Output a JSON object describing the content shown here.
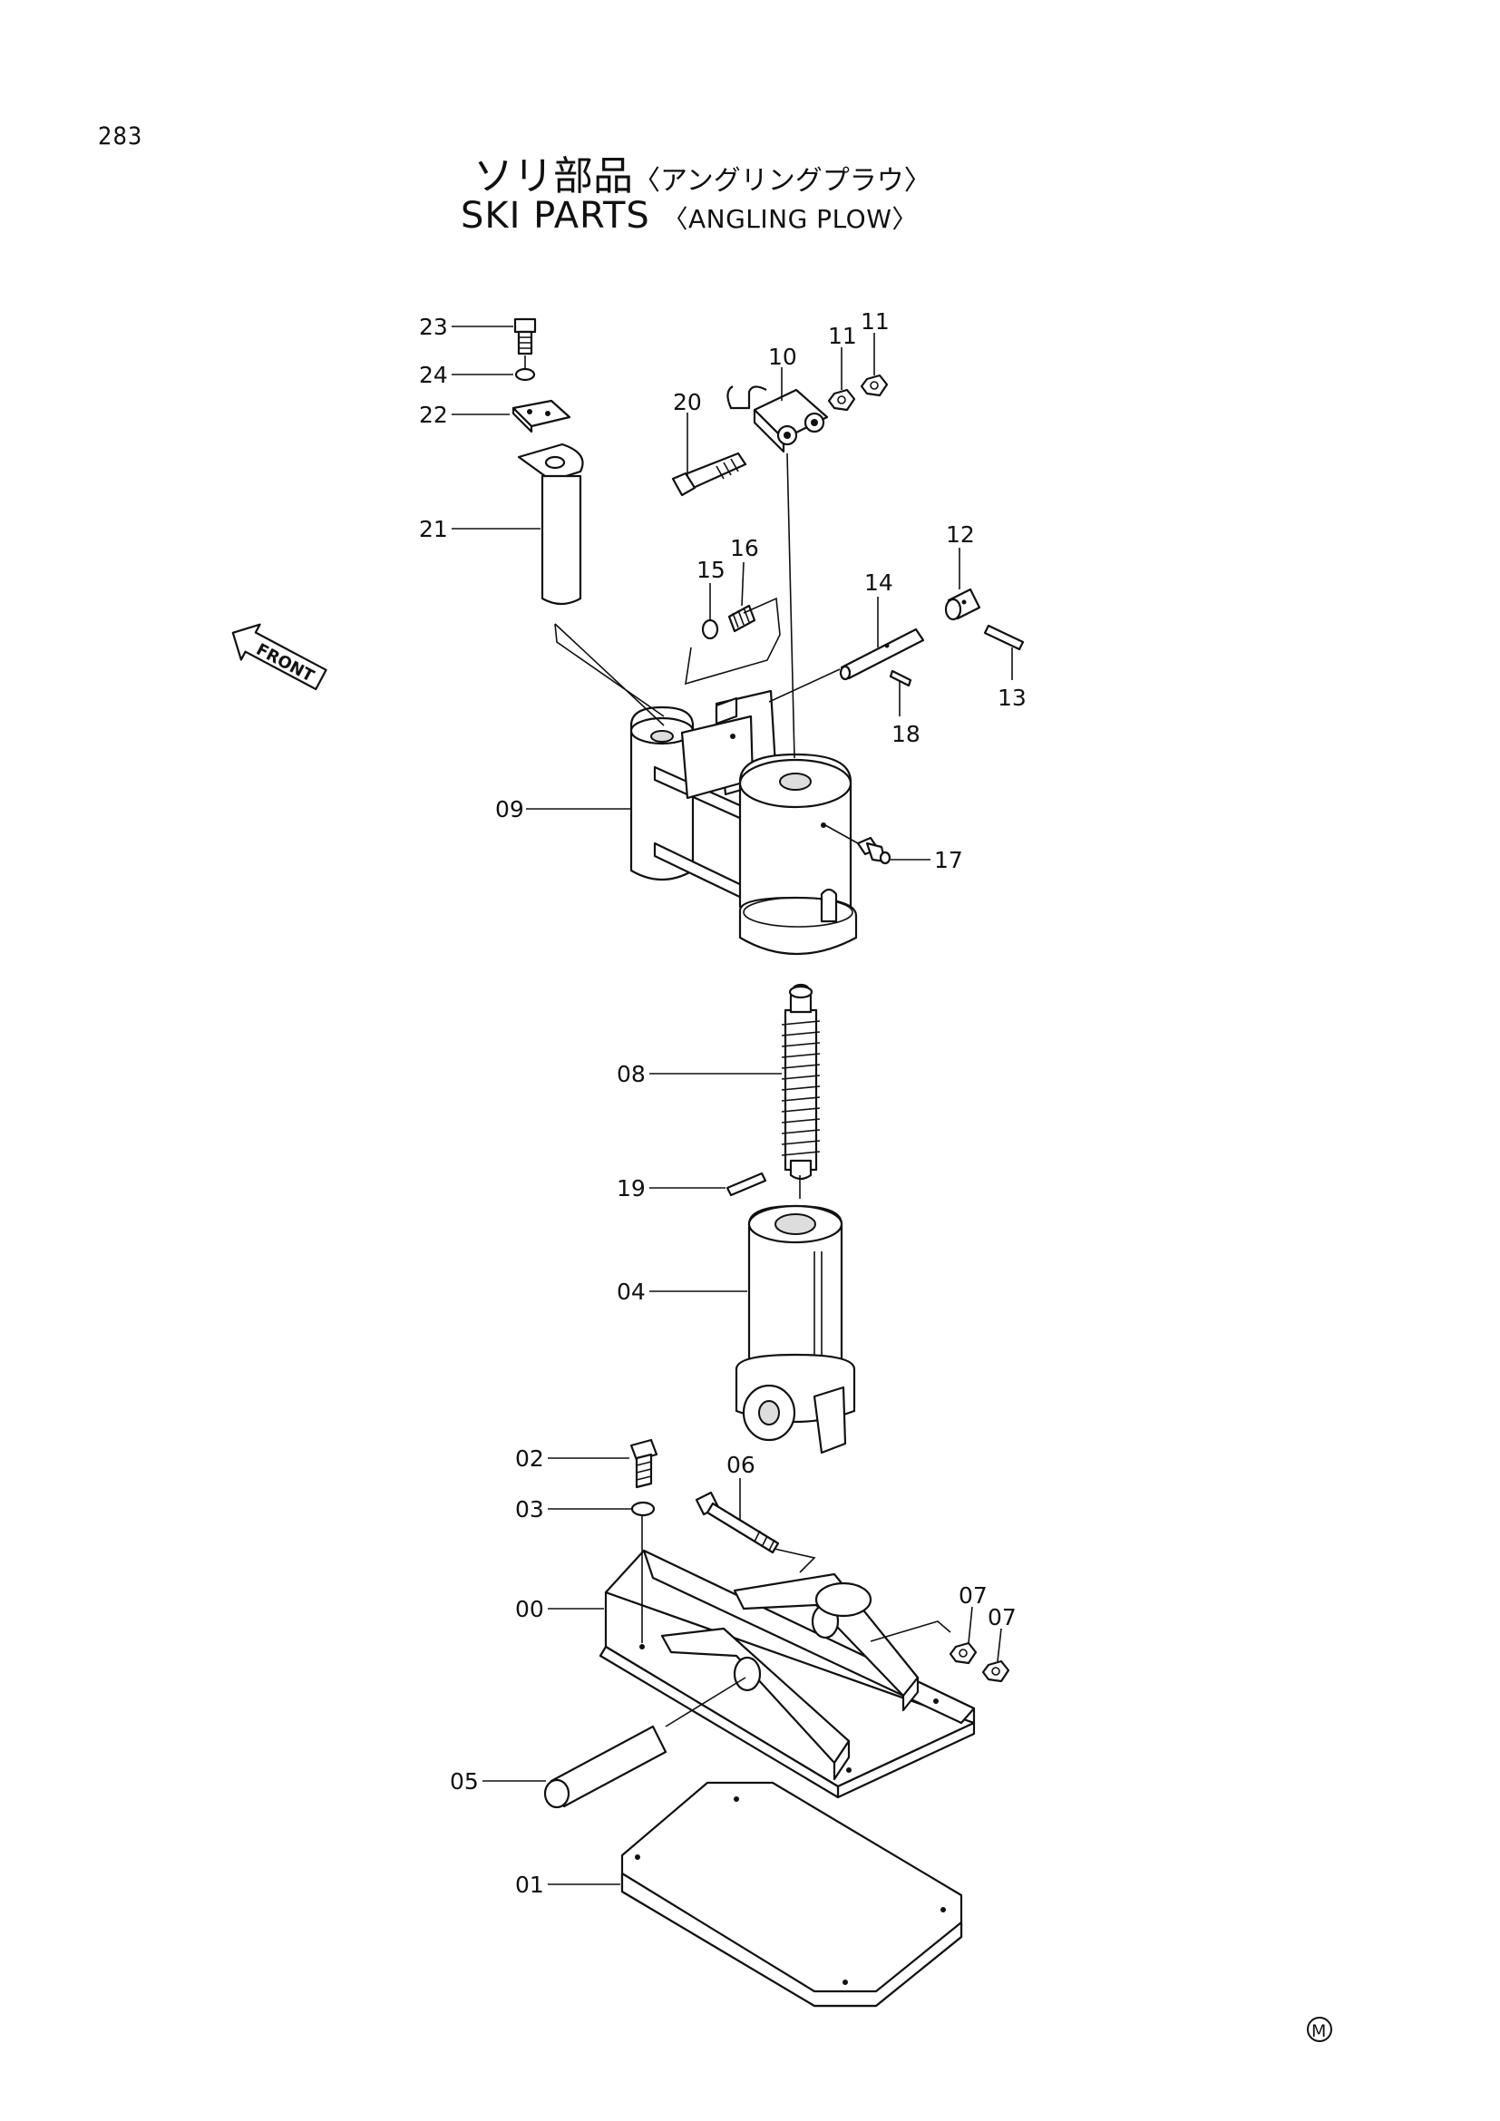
{
  "page": {
    "number": "283",
    "title_ja": "ソリ部品",
    "title_ja_sub": "〈アングリングプラウ〉",
    "title_en": "SKI PARTS",
    "title_en_sub": "〈ANGLING PLOW〉",
    "front_label": "FRONT",
    "mark": "M"
  },
  "callouts": {
    "p23": "23",
    "p24": "24",
    "p22": "22",
    "p21": "21",
    "p20": "20",
    "p10": "10",
    "p11a": "11",
    "p11b": "11",
    "p15": "15",
    "p16": "16",
    "p14": "14",
    "p12": "12",
    "p13": "13",
    "p18": "18",
    "p09": "09",
    "p17": "17",
    "p08": "08",
    "p19": "19",
    "p04": "04",
    "p02": "02",
    "p06": "06",
    "p03": "03",
    "p00": "00",
    "p07a": "07",
    "p07b": "07",
    "p05": "05",
    "p01": "01"
  }
}
